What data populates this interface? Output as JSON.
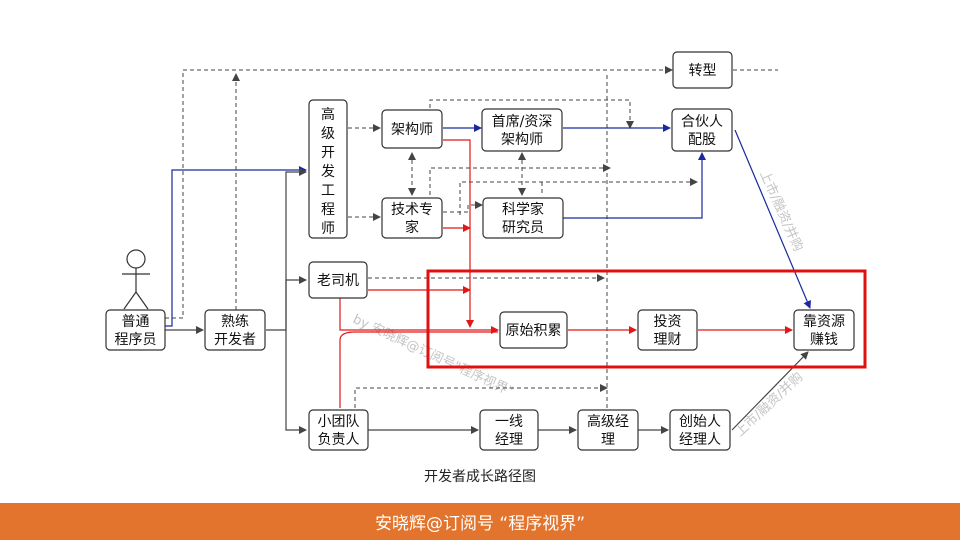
{
  "nodes": {
    "zhuanxing": [
      "转型"
    ],
    "gaoji": [
      "高",
      "级",
      "开",
      "发",
      "工",
      "程",
      "师"
    ],
    "jiagou": [
      "架构师"
    ],
    "shouxi": [
      "首席/资深",
      "架构师"
    ],
    "hehuo": [
      "合伙人",
      "配股"
    ],
    "jishu": [
      "技术专",
      "家"
    ],
    "kexue": [
      "科学家",
      "研究员"
    ],
    "laosiji": [
      "老司机"
    ],
    "putong": [
      "普通",
      "程序员"
    ],
    "shulian": [
      "熟练",
      "开发者"
    ],
    "yuanshi": [
      "原始积累"
    ],
    "touzi": [
      "投资",
      "理财"
    ],
    "kaozi": [
      "靠资源",
      "赚钱"
    ],
    "xiaotuan": [
      "小团队",
      "负责人"
    ],
    "yixian": [
      "一线",
      "经理"
    ],
    "gaojijingli": [
      "高级经",
      "理"
    ],
    "chuangshi": [
      "创始人",
      "经理人"
    ]
  },
  "labels": {
    "ipo_upper": "上市/融资/并购",
    "ipo_lower": "上市/融资/并购",
    "watermark": "by 安晓辉@订阅号\"程序视界\""
  },
  "caption": "开发者成长路径图",
  "footer": "安晓辉@订阅号 “程序视界”",
  "colors": {
    "blue": "#1a2a9c",
    "red": "#e01818",
    "dark": "#444444",
    "highlight": "#e01010",
    "footer_bg": "#e2742e"
  },
  "icons": [
    "stick-figure-icon"
  ]
}
